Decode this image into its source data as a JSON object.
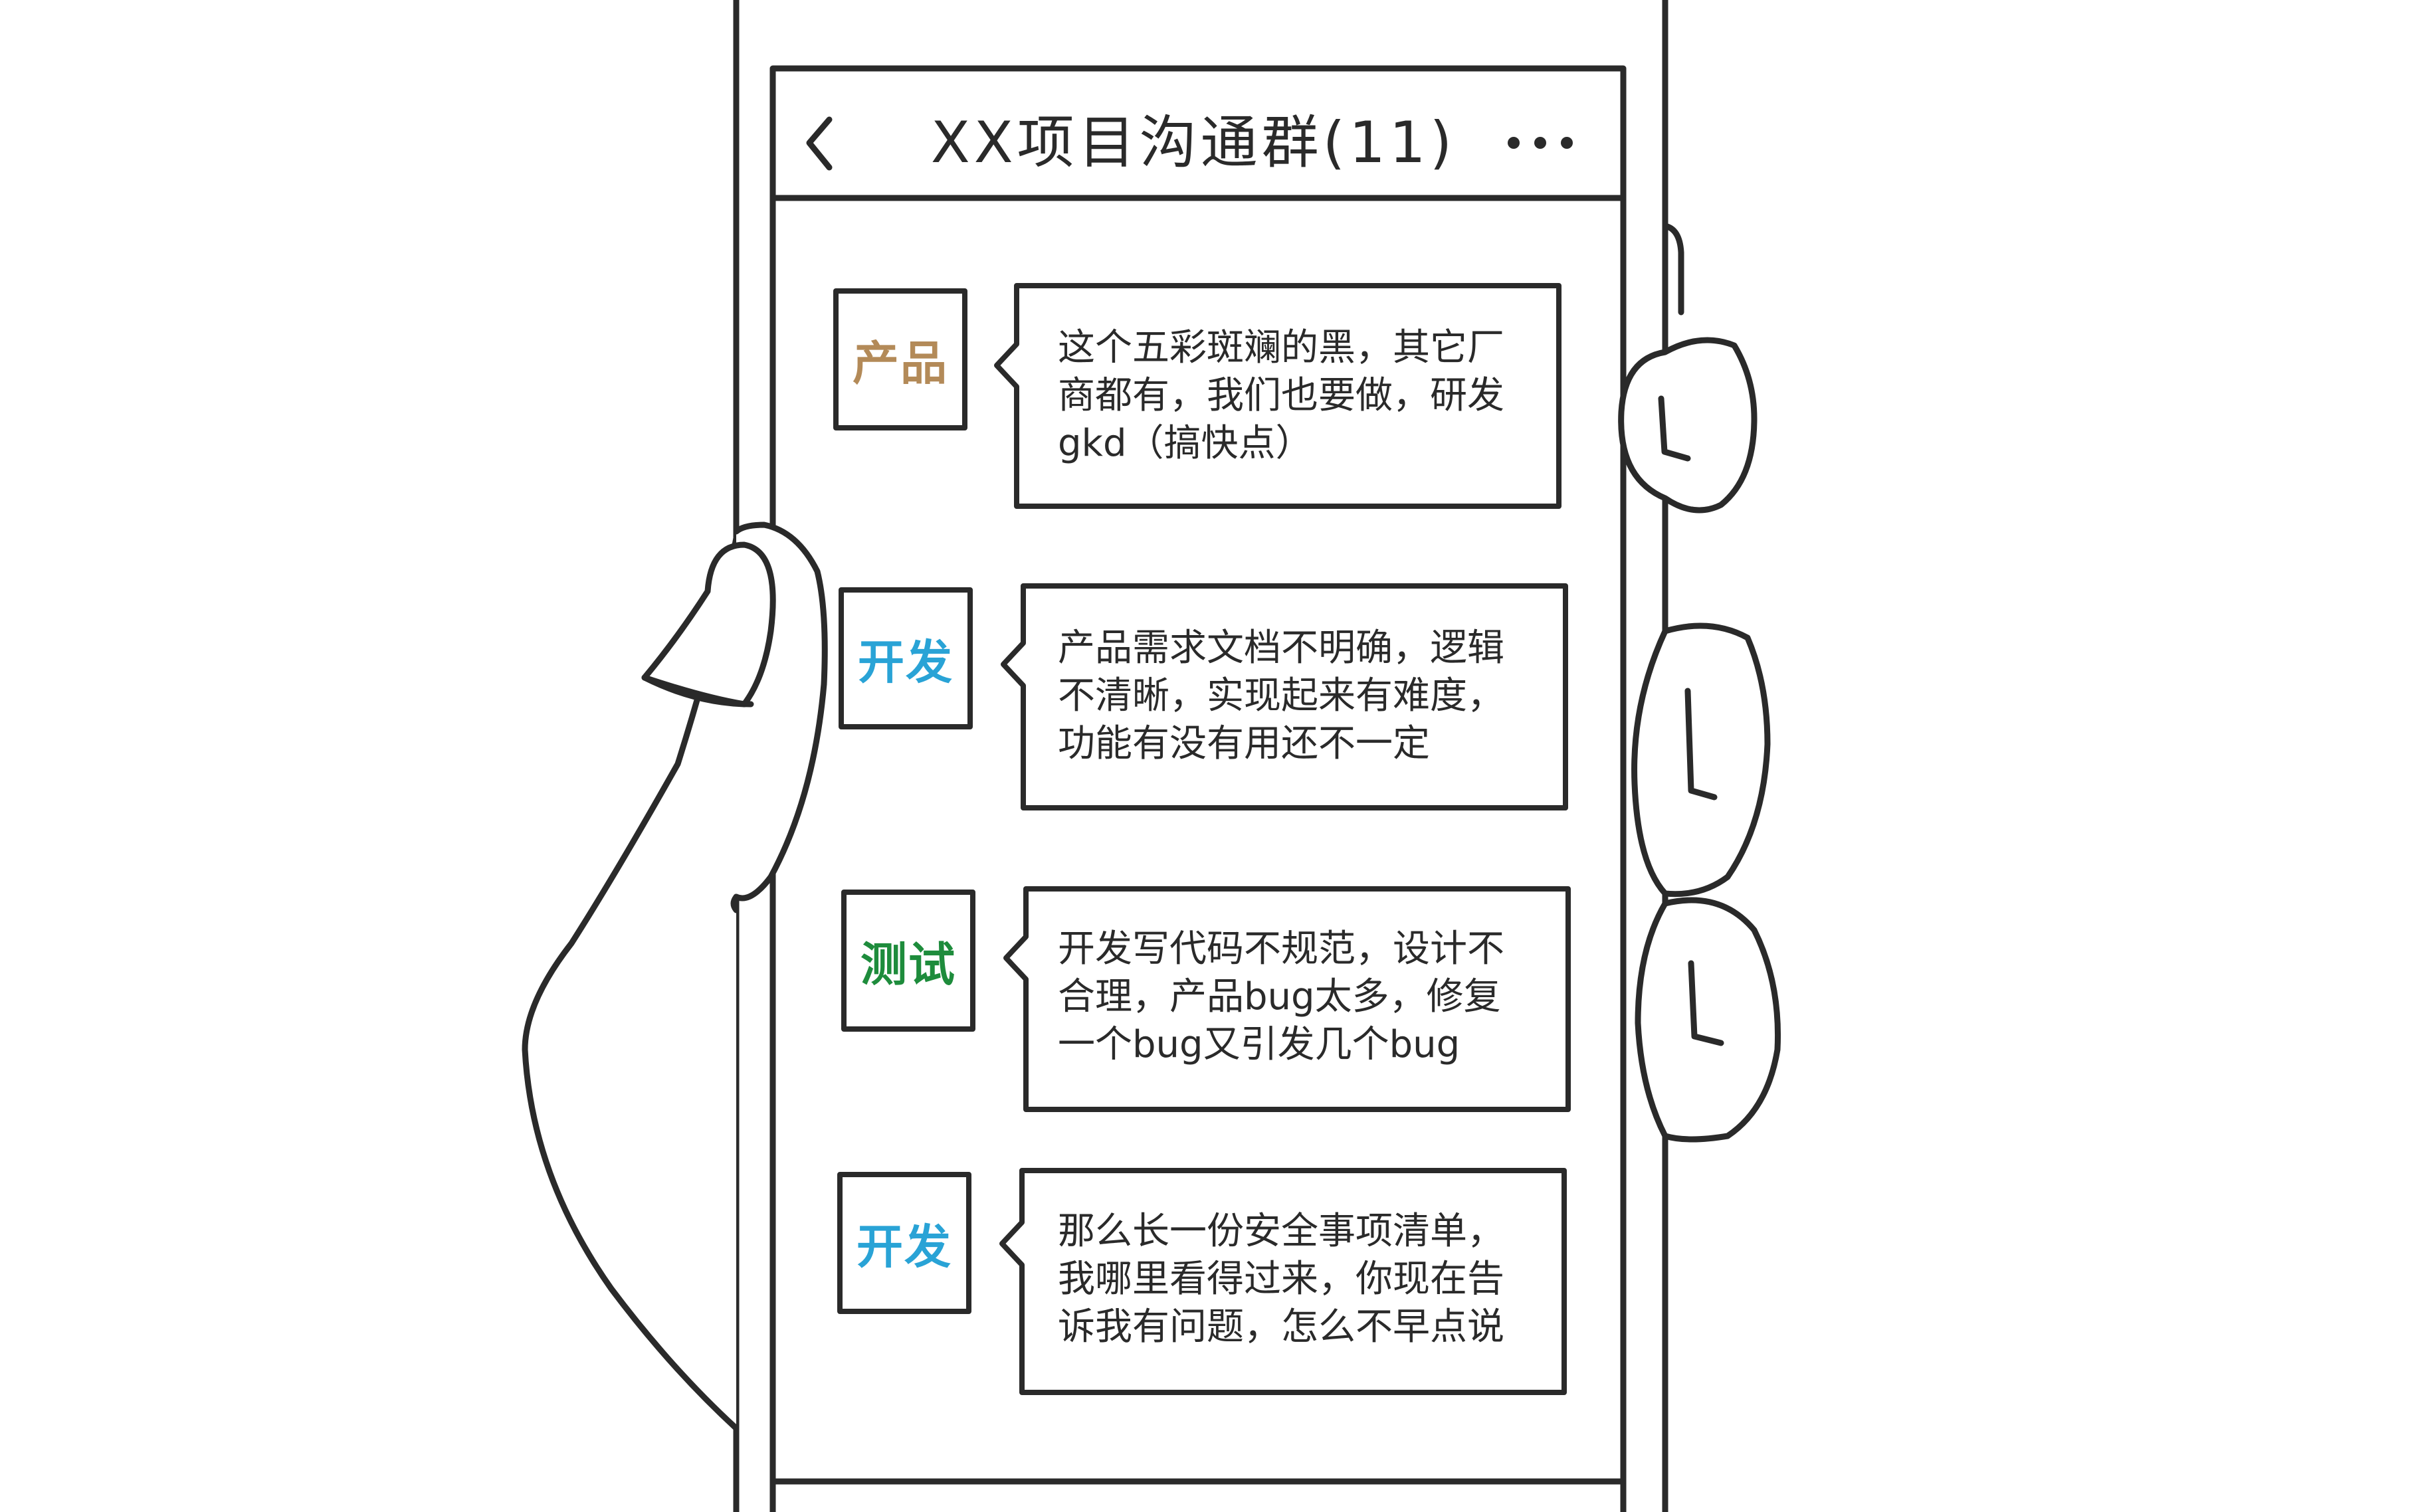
{
  "colors": {
    "ink": "#2a2a2a",
    "product": "#b38a58",
    "developer": "#29a3d6",
    "tester": "#1e8c3c",
    "background": "#ffffff"
  },
  "icons": {
    "back": "chevron-left-icon",
    "more": "more-dots-icon"
  },
  "header": {
    "title": "XX项目沟通群(11)"
  },
  "messages": [
    {
      "sender": "产品",
      "role": "product",
      "lines": [
        "这个五彩斑斓的黑，其它厂",
        "商都有，我们也要做，研发",
        "gkd（搞快点）"
      ]
    },
    {
      "sender": "开发",
      "role": "developer",
      "lines": [
        "产品需求文档不明确，逻辑",
        "不清晰，实现起来有难度，",
        "功能有没有用还不一定"
      ]
    },
    {
      "sender": "测试",
      "role": "tester",
      "lines": [
        "开发写代码不规范，设计不",
        "合理，产品bug太多，修复",
        "一个bug又引发几个bug"
      ]
    },
    {
      "sender": "开发",
      "role": "developer",
      "lines": [
        "那么长一份安全事项清单，",
        "我哪里看得过来，你现在告",
        "诉我有问题，怎么不早点说"
      ]
    }
  ]
}
